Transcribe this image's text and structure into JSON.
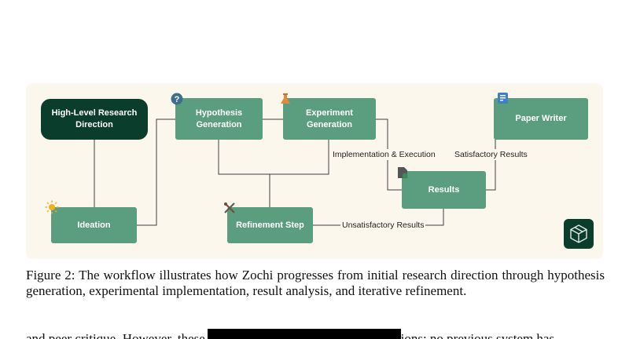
{
  "diagram": {
    "background_color": "#fbf7ec",
    "node_color": "#5a9e7f",
    "dark_node_color": "#0b3d2c",
    "nodes": {
      "direction": "High-Level Research Direction",
      "hypothesis": "Hypothesis Generation",
      "experiment": "Experiment Generation",
      "paper_writer": "Paper Writer",
      "results": "Results",
      "ideation": "Ideation",
      "refinement": "Refinement Step"
    },
    "edge_labels": {
      "implementation": "Implementation & Execution",
      "satisfactory": "Satisfactory Results",
      "unsatisfactory": "Unsatisfactory Results"
    },
    "icons": {
      "hypothesis": "question-icon",
      "experiment": "flask-icon",
      "paper_writer": "document-edit-icon",
      "results": "file-check-icon",
      "ideation": "sun-icon",
      "refinement": "tools-icon",
      "logo": "zochi-logo-icon"
    }
  },
  "caption": "Figure 2: The workflow illustrates how Zochi progresses from initial research direction through hypothesis generation, experimental implementation, result analysis, and iterative refinement.",
  "cut_text": "and peer critique. However, these systems still have significant limitations: no previous system has"
}
